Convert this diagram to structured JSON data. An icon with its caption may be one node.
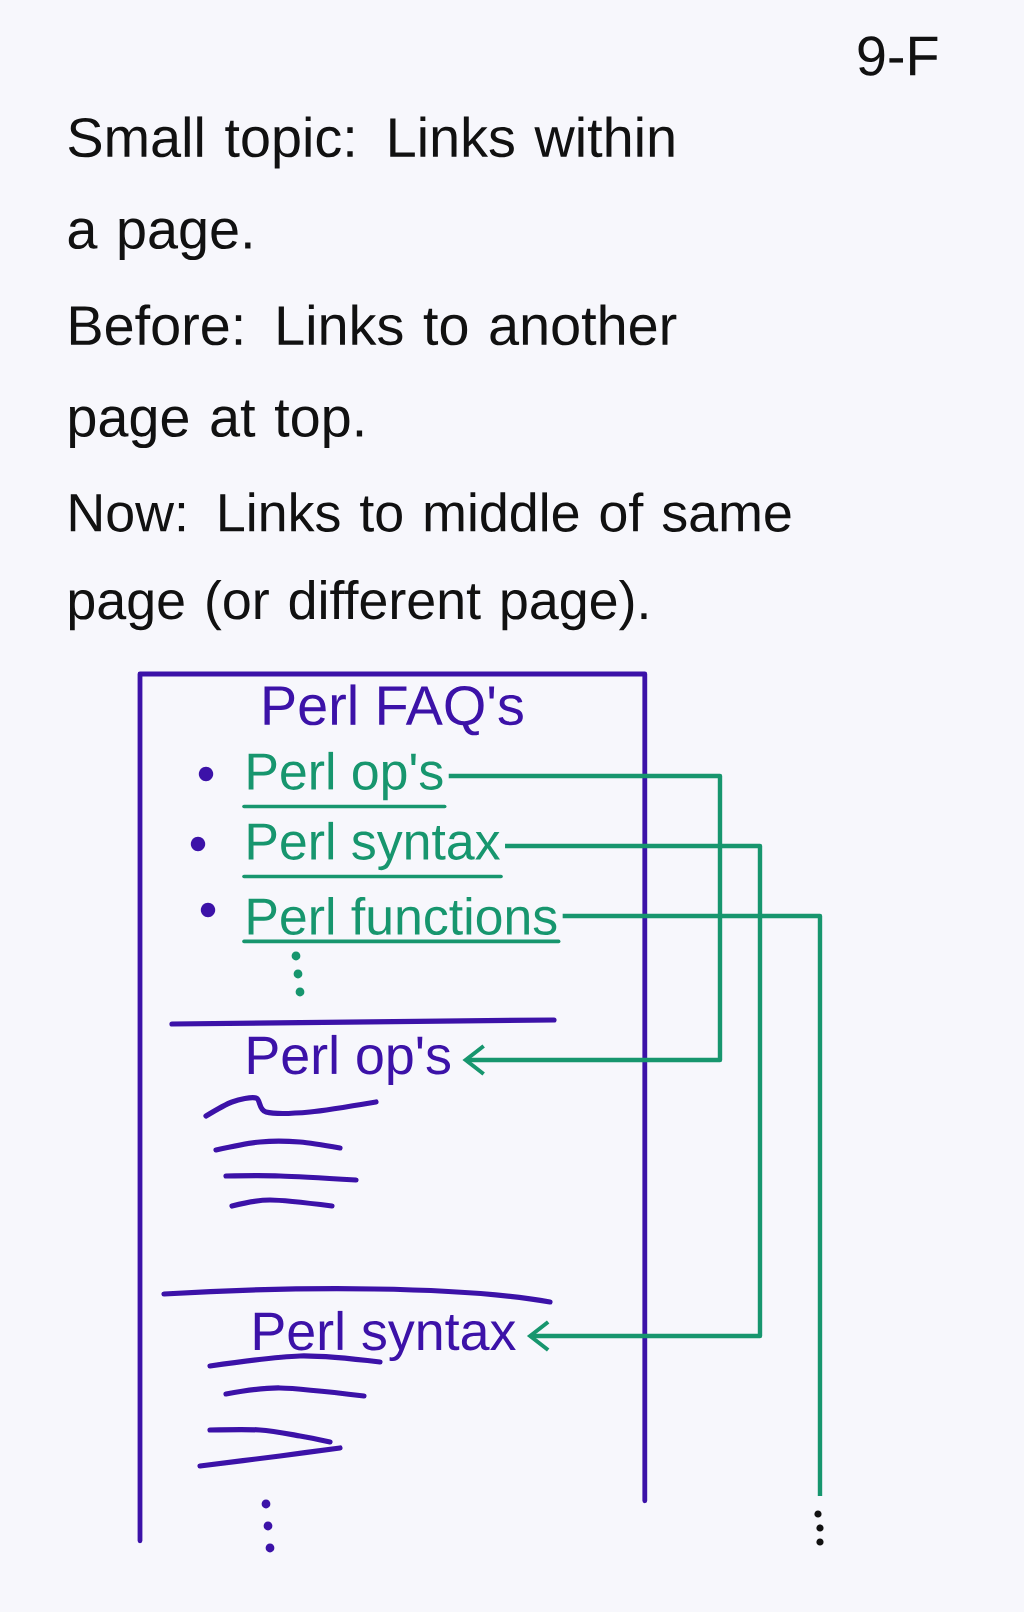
{
  "diagram": {
    "nodes": [
      {
        "text": [
          "Perl FAQ's"
        ]
      },
      {
        "text": [
          "Perl op's"
        ],
        "in": 0
      },
      {
        "text": [
          "Perl syntax"
        ],
        "in": 0
      },
      {
        "text": [
          "Perl functions"
        ],
        "in": 0
      },
      {
        "text": [
          "Perl op's"
        ],
        "in": 0
      },
      {
        "text": [
          "Perl syntax"
        ],
        "in": 0
      }
    ],
    "edges": [
      {
        "from": 1,
        "to": 4,
        "arrow": "to"
      },
      {
        "from": 2,
        "to": 5,
        "arrow": "to"
      },
      {
        "from": 3,
        "to": null,
        "arrow": "none"
      }
    ],
    "labels": [
      "9-F",
      "Small topic: Links within a page.",
      "Before: Links to another page at top.",
      "Now: Links to middle of same page (or different page)."
    ]
  }
}
